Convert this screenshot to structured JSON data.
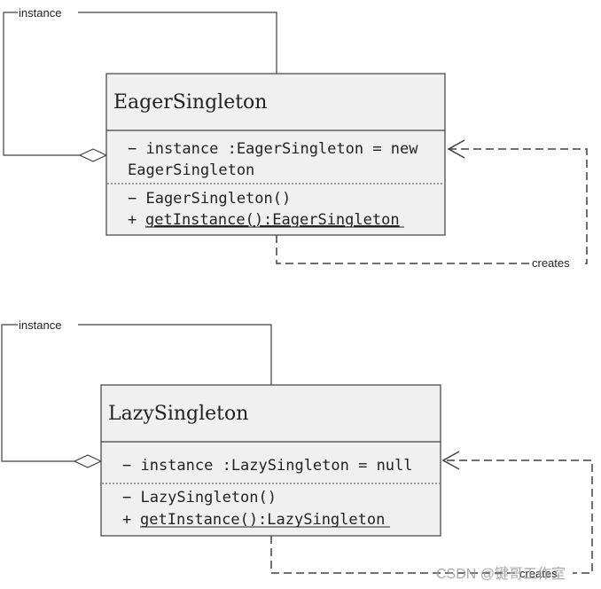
{
  "eager": {
    "class_name": "EagerSingleton",
    "attribute_line1": "− instance :EagerSingleton = new",
    "attribute_line2": "EagerSingleton",
    "constructor": "− EagerSingleton()",
    "method_visibility": "+",
    "method": "getInstance():EagerSingleton",
    "self_assoc_label": "instance",
    "dependency_label": "creates"
  },
  "lazy": {
    "class_name": "LazySingleton",
    "attribute": "− instance :LazySingleton = null",
    "constructor": "− LazySingleton()",
    "method_visibility": "+",
    "method": "getInstance():LazySingleton",
    "self_assoc_label": "instance",
    "dependency_label": "creates"
  },
  "watermark": "CSDN @键哥工作室",
  "colors": {
    "box_fill": "#f0f0f0",
    "stroke": "#404040",
    "text": "#222222",
    "watermark": "#9a9a9a"
  }
}
